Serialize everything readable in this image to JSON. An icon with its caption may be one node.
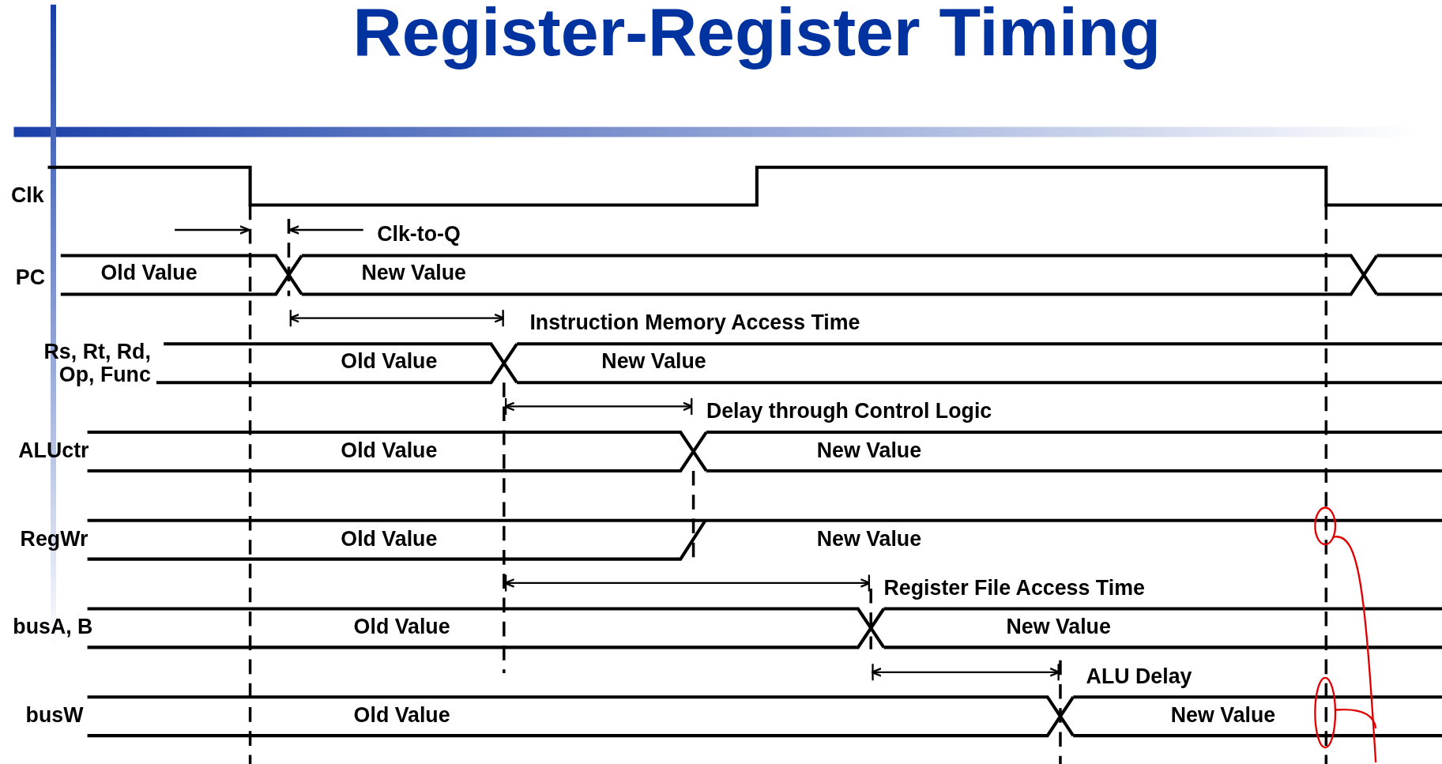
{
  "diagram": {
    "title": "Register-Register Timing",
    "labels": [
      "Clk",
      "Clk-to-Q",
      "PC",
      "Old Value",
      "New Value",
      "Instruction Memory Access Time",
      "Rs, Rt, Rd, Op, Func",
      "Old Value",
      "New Value",
      "Delay through Control Logic",
      "ALUctr",
      "Old Value",
      "New Value",
      "RegWr",
      "Old Value",
      "New Value",
      "Register File Access Time",
      "busA, B",
      "Old Value",
      "New Value",
      "ALU Delay",
      "busW",
      "Old Value",
      "New Value"
    ]
  }
}
